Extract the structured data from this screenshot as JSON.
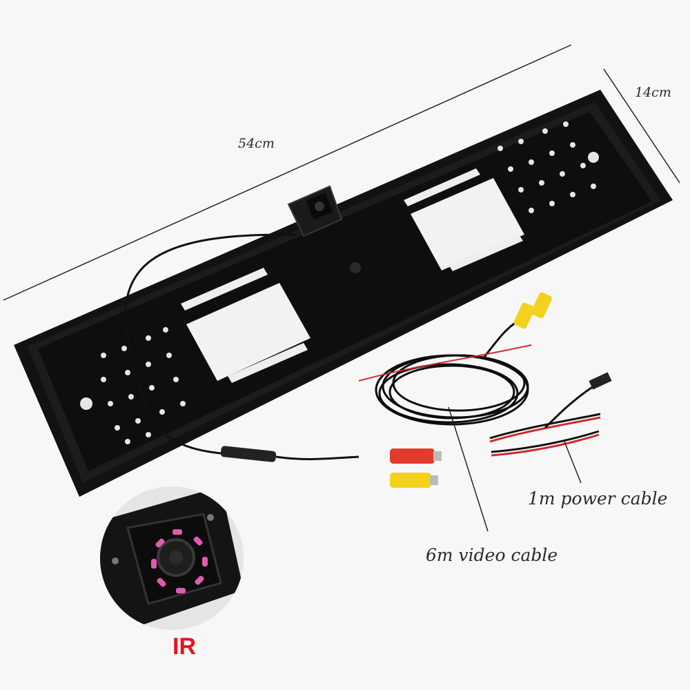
{
  "product": {
    "description": "European license plate frame with integrated rear-view camera and cables"
  },
  "dimensions": {
    "length_label": "54cm",
    "width_label": "14cm"
  },
  "callouts": {
    "video_cable": "6m video cable",
    "power_cable": "1m power cable"
  },
  "inset": {
    "label": "IR",
    "led_count": 8,
    "led_color": "#e05bb0"
  },
  "colors": {
    "background": "#f7f7f7",
    "frame": "#141414",
    "rca_yellow": "#f2d21b",
    "rca_red": "#e23b2b",
    "ir_label": "#e8141b"
  }
}
